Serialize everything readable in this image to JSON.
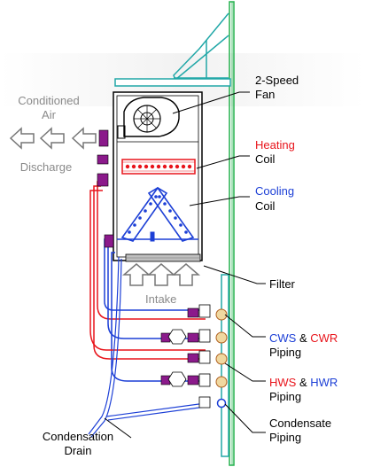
{
  "labels": {
    "conditioned_air": [
      "Conditioned",
      "Air"
    ],
    "discharge": "Discharge",
    "intake": "Intake",
    "fan": [
      "2-Speed",
      "Fan"
    ],
    "heating_coil": [
      "Heating",
      "Coil"
    ],
    "cooling_coil": [
      "Cooling",
      "Coil"
    ],
    "filter": "Filter",
    "cws": "CWS",
    "amp1": " & ",
    "cwr": "CWR",
    "piping1": "Piping",
    "hws": "HWS",
    "amp2": " & ",
    "hwr": "HWR",
    "piping2": "Piping",
    "condensate": [
      "Condensate",
      "Piping"
    ],
    "condensation_drain": [
      "Condensation",
      "Drain"
    ]
  },
  "colors": {
    "hot": "#e8141b",
    "cold": "#1c3fd6",
    "wall": "#22b14c",
    "valve": "#8b1a8b",
    "gray_text": "#8a8a8a",
    "line": "#000000",
    "bracket": "#21a7a7"
  }
}
